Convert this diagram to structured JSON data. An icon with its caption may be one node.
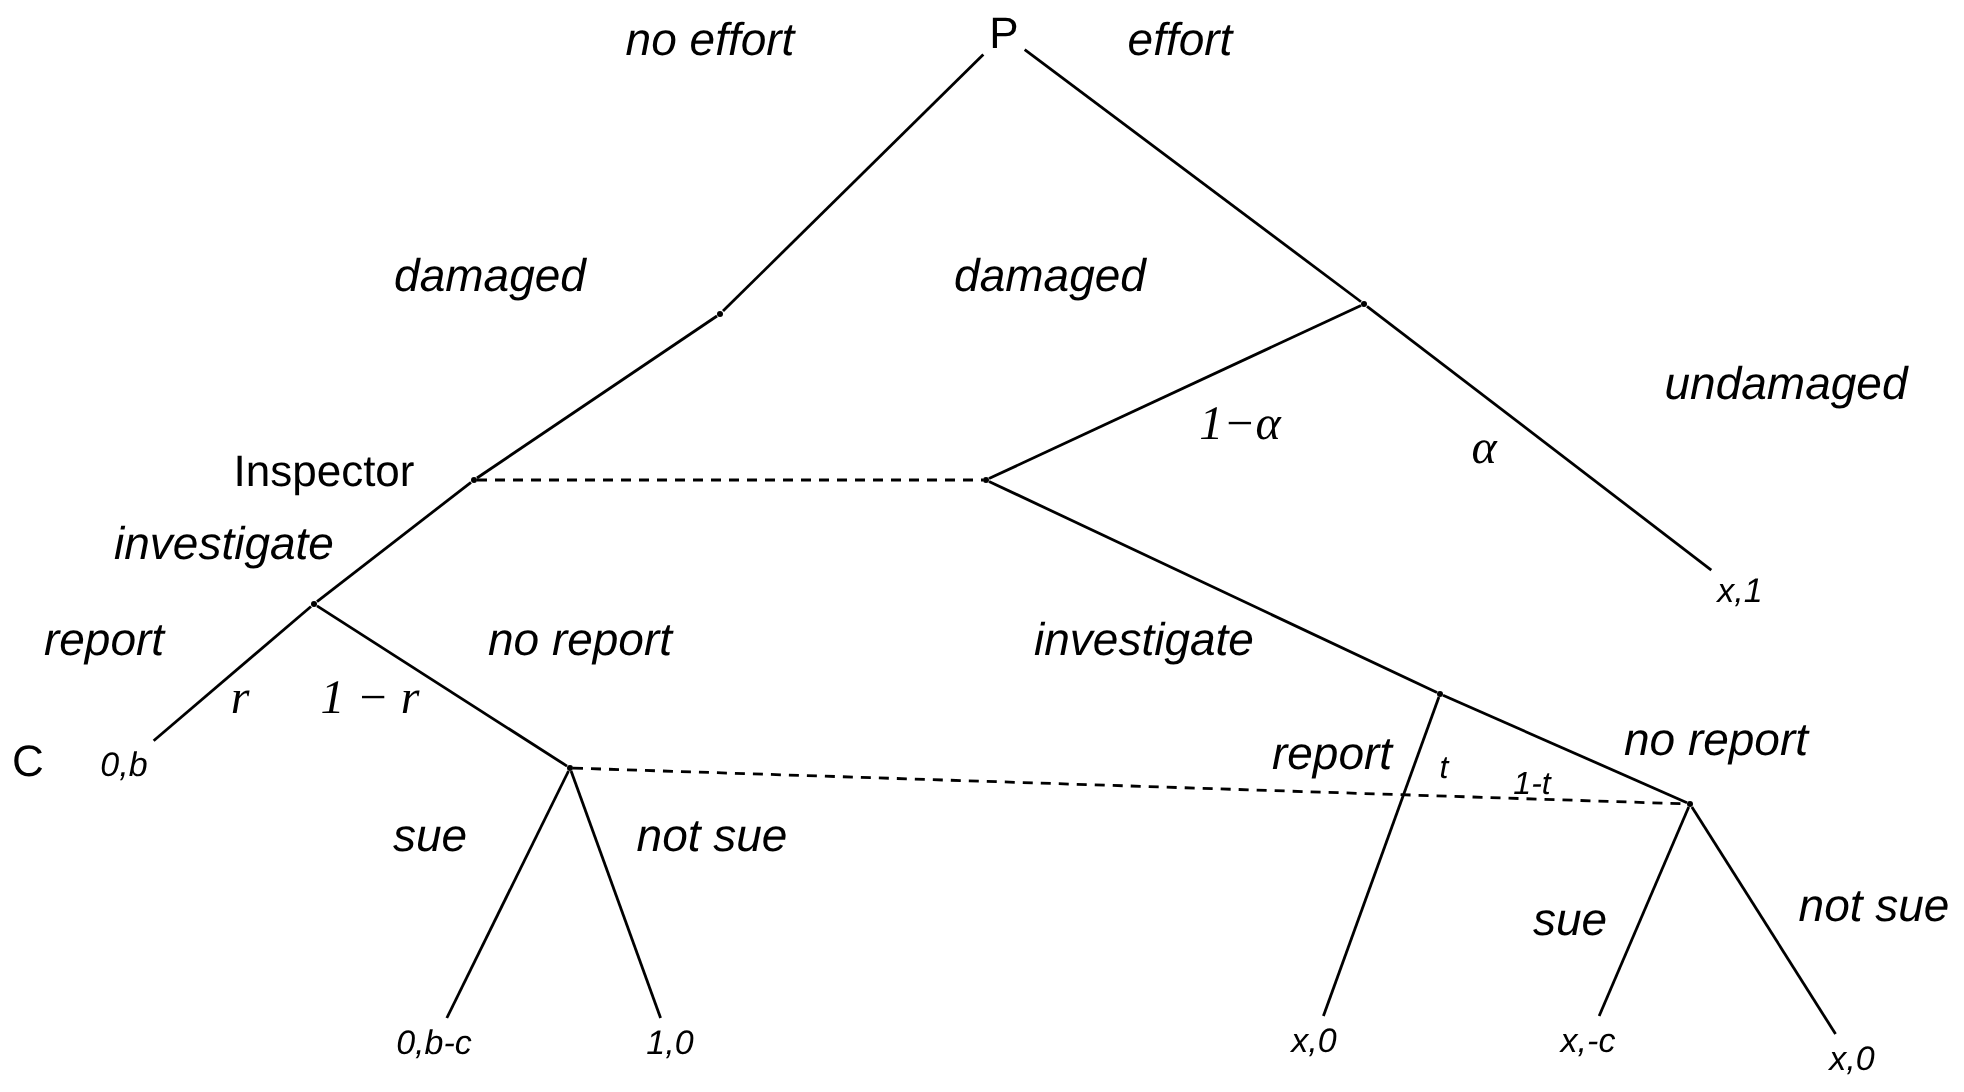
{
  "diagram": {
    "nodes": [
      {
        "text": [
          "P"
        ]
      },
      {
        "text": [],
        "shape": "point"
      },
      {
        "text": [],
        "shape": "point",
        "beside": [
          "Inspector"
        ]
      },
      {
        "text": [],
        "shape": "point"
      },
      {
        "text": [
          "x,1"
        ]
      },
      {
        "text": [],
        "shape": "point"
      },
      {
        "text": [],
        "shape": "point"
      },
      {
        "text": [
          "0,b"
        ]
      },
      {
        "text": [],
        "shape": "point"
      },
      {
        "text": [
          "0,b-c"
        ]
      },
      {
        "text": [
          "1,0"
        ]
      },
      {
        "text": [],
        "shape": "point"
      },
      {
        "text": [
          "x,0"
        ]
      },
      {
        "text": [],
        "shape": "point"
      },
      {
        "text": [
          "x,-c"
        ]
      },
      {
        "text": [
          "x,0"
        ]
      }
    ],
    "edges": [
      {
        "from": 0,
        "to": 1,
        "arrow": "none",
        "label": "no effort"
      },
      {
        "from": 1,
        "to": 2,
        "arrow": "none",
        "label": "damaged"
      },
      {
        "from": 0,
        "to": 3,
        "arrow": "none",
        "label": "effort"
      },
      {
        "from": 3,
        "to": 4,
        "arrow": "none",
        "label": "undamaged"
      },
      {
        "from": 3,
        "to": 5,
        "arrow": "none",
        "label": "damaged"
      },
      {
        "from": 2,
        "to": 6,
        "arrow": "none",
        "label": "investigate"
      },
      {
        "from": 5,
        "to": 11,
        "arrow": "none",
        "label": "investigate"
      },
      {
        "from": 6,
        "to": 7,
        "arrow": "none",
        "label": "report"
      },
      {
        "from": 6,
        "to": 8,
        "arrow": "none",
        "label": "no report"
      },
      {
        "from": 8,
        "to": 9,
        "arrow": "none",
        "label": "sue"
      },
      {
        "from": 8,
        "to": 10,
        "arrow": "none",
        "label": "not sue"
      },
      {
        "from": 11,
        "to": 12,
        "arrow": "none",
        "label": "report"
      },
      {
        "from": 11,
        "to": 13,
        "arrow": "none",
        "label": "no report"
      },
      {
        "from": 13,
        "to": 14,
        "arrow": "none",
        "label": "sue"
      },
      {
        "from": 13,
        "to": 15,
        "arrow": "none",
        "label": "not sue"
      },
      {
        "from": 2,
        "to": 5,
        "arrow": "none",
        "style": "dashed"
      },
      {
        "from": 8,
        "to": 13,
        "arrow": "none",
        "style": "dashed"
      }
    ],
    "labels": [
      "1−α",
      "α",
      "r",
      "1 − r",
      "t",
      "1-t",
      "C"
    ]
  }
}
